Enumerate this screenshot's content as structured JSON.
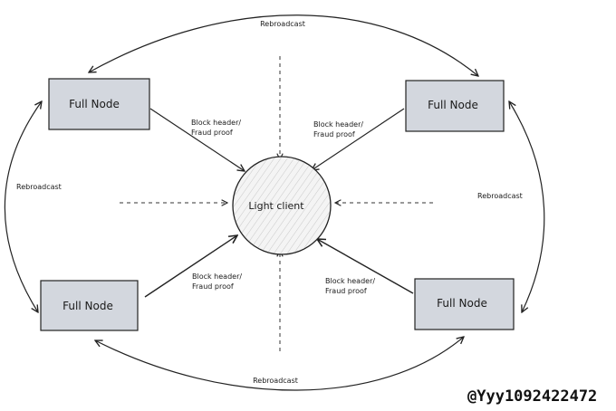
{
  "nodes": {
    "top_left": "Full Node",
    "top_right": "Full Node",
    "bottom_left": "Full Node",
    "bottom_right": "Full Node"
  },
  "center": {
    "label": "Light client"
  },
  "edge_labels": {
    "top": "Rebroadcast",
    "left": "Rebroadcast",
    "right": "Rebroadcast",
    "bottom": "Rebroadcast",
    "tl_line1": "Block header/",
    "tl_line2": "Fraud proof",
    "tr_line1": "Block header/",
    "tr_line2": "Fraud proof",
    "bl_line1": "Block header/",
    "bl_line2": "Fraud proof",
    "br_line1": "Block header/",
    "br_line2": "Fraud proof"
  },
  "watermark": "@Yyy1092422472",
  "colors": {
    "node_fill": "#d3d7de",
    "stroke": "#222222",
    "circle_fill": "#f4f4f4"
  }
}
